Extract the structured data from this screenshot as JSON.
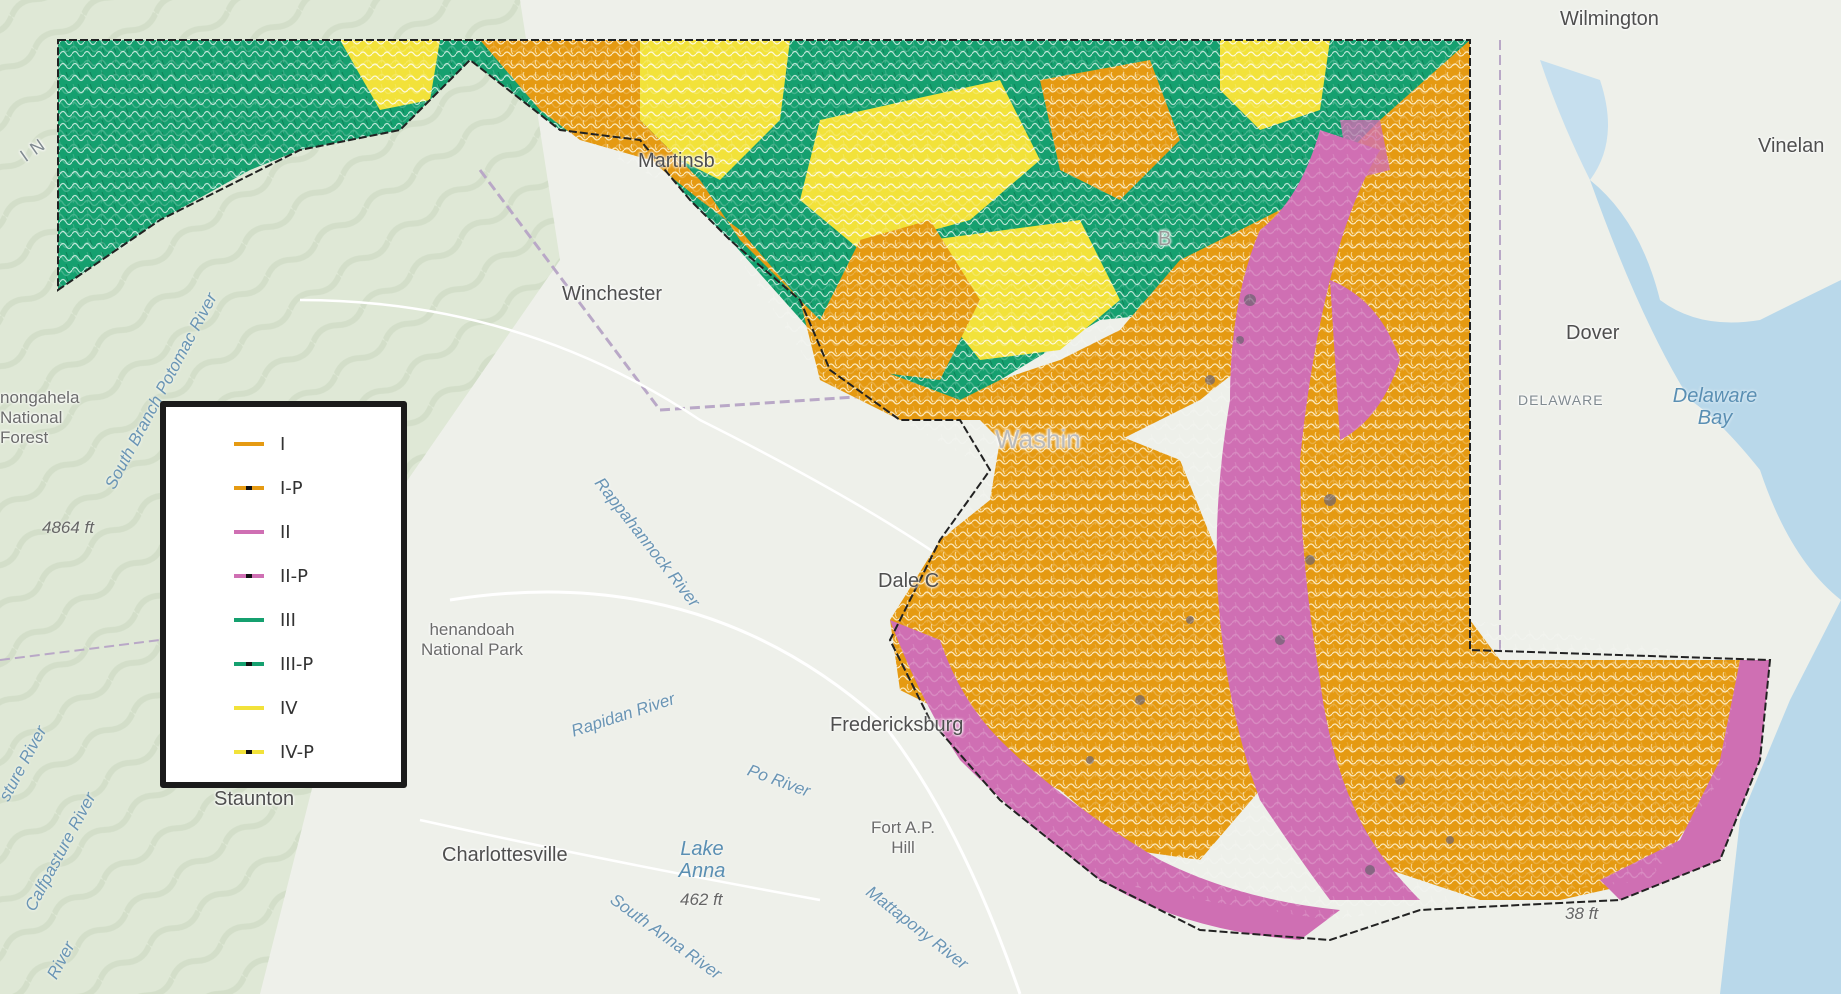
{
  "legend": {
    "items": [
      {
        "label": "I",
        "color": "#e59a12",
        "dashed": false
      },
      {
        "label": "I-P",
        "color": "#e59a12",
        "dashed": true
      },
      {
        "label": "II",
        "color": "#cf6fb3",
        "dashed": false
      },
      {
        "label": "II-P",
        "color": "#cf6fb3",
        "dashed": true
      },
      {
        "label": "III",
        "color": "#15a06f",
        "dashed": false
      },
      {
        "label": "III-P",
        "color": "#15a06f",
        "dashed": true
      },
      {
        "label": "IV",
        "color": "#f2e23a",
        "dashed": false
      },
      {
        "label": "IV-P",
        "color": "#f2e23a",
        "dashed": true
      }
    ]
  },
  "places": {
    "wilmington": "Wilmington",
    "vineland": "Vinelan",
    "martinsburg": "Martinsb",
    "winchester": "Winchester",
    "dover": "Dover",
    "delaware": "DELAWARE",
    "delaware_bay": "Delaware Bay",
    "monongahela": "nongahela National Forest",
    "washington": "Washin",
    "dale_city": "Dale C",
    "baltimore": "B",
    "shenandoah": "henandoah National Park",
    "fredericksburg": "Fredericksburg",
    "fort_ap_hill": "Fort A.P. Hill",
    "staunton": "Staunton",
    "charlottesville": "Charlottesville",
    "lake_anna": "Lake Anna",
    "virginia_fragment": "I N"
  },
  "elevations": {
    "e4864": "4864 ft",
    "e462": "462 ft",
    "e38": "38 ft"
  },
  "rivers": {
    "south_branch": "South Branch Potomac River",
    "rappahannock": "Rappahannock River",
    "rapidan": "Rapidan River",
    "po": "Po River",
    "mattapony": "Mattapony River",
    "south_anna": "South Anna River",
    "calfpasture": "Calfpasture River",
    "pasture": "sture River",
    "river_fragment": "River"
  },
  "colors": {
    "class_I": "#e59a12",
    "class_II": "#cf6fb3",
    "class_III": "#15a06f",
    "class_IV": "#f2e23a",
    "water": "#b9d8ea",
    "land": "#eef0ea"
  }
}
